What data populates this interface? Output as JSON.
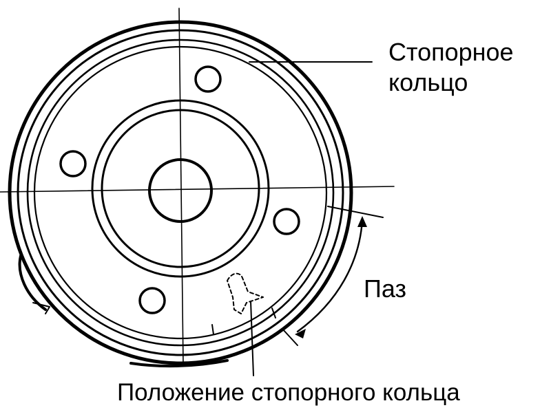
{
  "labels": {
    "retaining_ring_line1": "Стопорное",
    "retaining_ring_line2": "кольцо",
    "groove": "Паз",
    "ring_position": "Положение стопорного кольца"
  },
  "colors": {
    "ink": "#000000",
    "background": "#ffffff"
  }
}
